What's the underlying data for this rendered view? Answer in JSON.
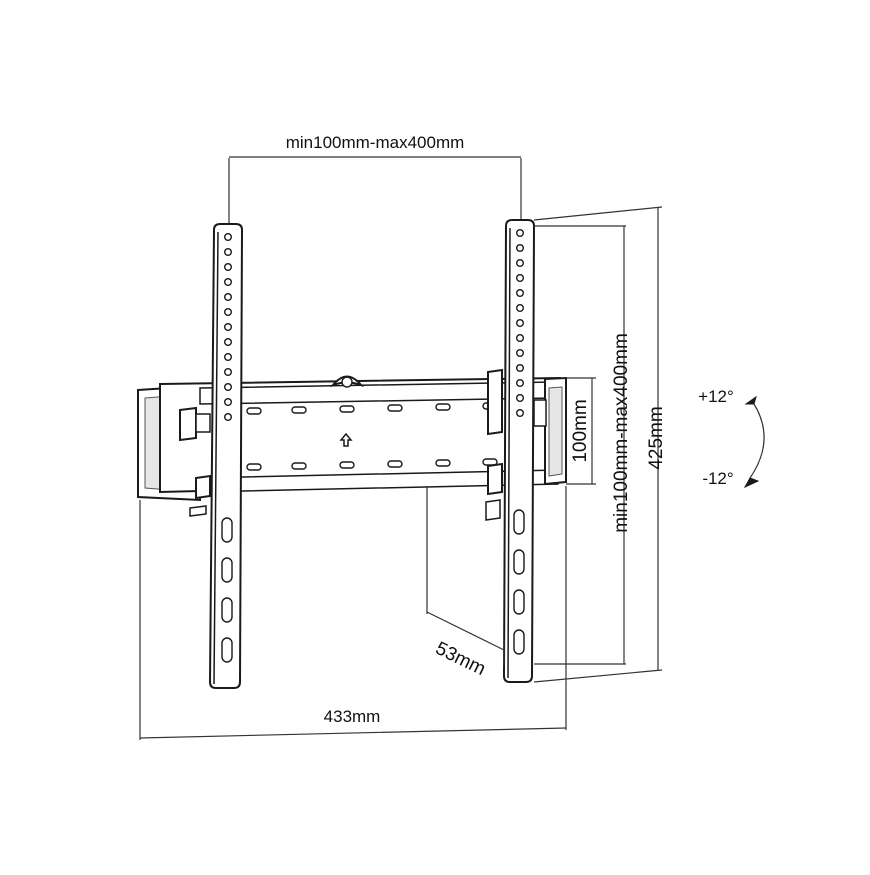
{
  "dimensions": {
    "width_span": "min100mm-max400mm",
    "height_span": "min100mm-max400mm",
    "overall_height": "425mm",
    "rail_height": "100mm",
    "wall_depth": "53mm",
    "overall_width": "433mm"
  },
  "tilt": {
    "up": "+12°",
    "down": "-12°"
  },
  "colors": {
    "line": "#1a1a1a",
    "dimension": "#333333",
    "background": "#ffffff"
  }
}
